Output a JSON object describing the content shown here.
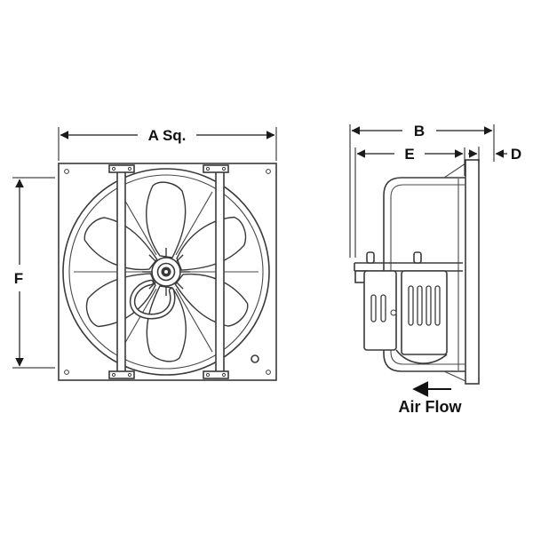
{
  "diagram": {
    "type": "technical-dimension-drawing",
    "subject": "exhaust-fan-front-and-side-view",
    "labels": {
      "dim_a": "A Sq.",
      "dim_b": "B",
      "dim_d": "D",
      "dim_e": "E",
      "dim_f": "F",
      "airflow": "Air Flow"
    },
    "colors": {
      "line": "#3a3a3a",
      "dimension": "#1a1a1a",
      "text": "#111111",
      "background": "#ffffff"
    }
  }
}
